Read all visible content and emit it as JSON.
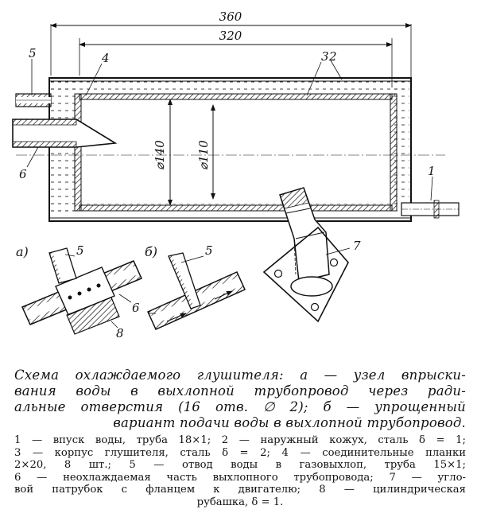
{
  "dimensions": {
    "overall_length": "360",
    "inner_length": "320",
    "inner_diameter": "⌀140",
    "pipe_diameter": "⌀110"
  },
  "callouts": {
    "n1": "1",
    "n2": "2",
    "n3": "3",
    "n4": "4",
    "n5": "5",
    "n6": "6",
    "n7": "7",
    "n8": "8",
    "n5a": "5",
    "n6a": "6",
    "n5b": "5"
  },
  "subfigures": {
    "a": "а)",
    "b": "б)"
  },
  "caption": {
    "title_lines": [
      "Схема охлаждаемого глушителя: а — узел впрыски-",
      "вания воды в выхлопной трубопровод через ради-",
      "альные отверстия (16 отв. ∅ 2); б — упрощенный",
      "вариант подачи воды в выхлопной трубопровод."
    ],
    "legend_lines": [
      "1 — впуск воды, труба 18×1; 2 — наружный кожух, сталь δ = 1;",
      "3 — корпус глушителя, сталь δ = 2; 4 — соединительные планки",
      "2×20, 8 шт.; 5 — отвод воды в газовыхлоп, труба 15×1;",
      "6 — неохлаждаемая часть выхлопного трубопровода; 7 — угло-",
      "вой патрубок с фланцем к двигателю; 8 — цилиндрическая",
      "рубашка, δ = 1."
    ]
  }
}
